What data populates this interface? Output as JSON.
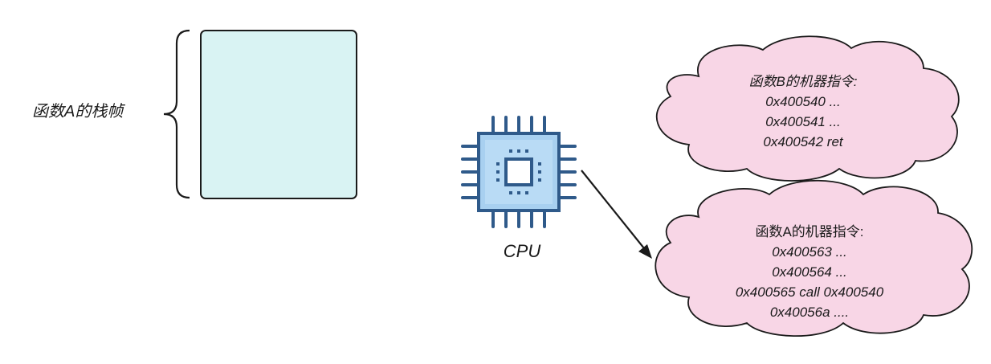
{
  "stack": {
    "label": "函数A的栈帧"
  },
  "cpu": {
    "label": "CPU",
    "icon": "cpu-chip-icon",
    "colors": {
      "body": "#a8d0f0",
      "outline": "#2f5a8a",
      "pins": "#2f5a8a"
    }
  },
  "cloud_b": {
    "title": "函数B的机器指令:",
    "lines": [
      "0x400540 ...",
      "0x400541 ...",
      "0x400542 ret"
    ]
  },
  "cloud_a": {
    "title": "函数A的机器指令:",
    "lines": [
      "0x400563 ...",
      "0x400564 ...",
      "0x400565 call 0x400540",
      "0x40056a ...."
    ]
  },
  "colors": {
    "stack_fill": "#d9f3f3",
    "stack_stroke": "#1a1a1a",
    "cloud_fill": "#f8d6e6",
    "cloud_stroke": "#1a1a1a",
    "arrow": "#1a1a1a"
  }
}
